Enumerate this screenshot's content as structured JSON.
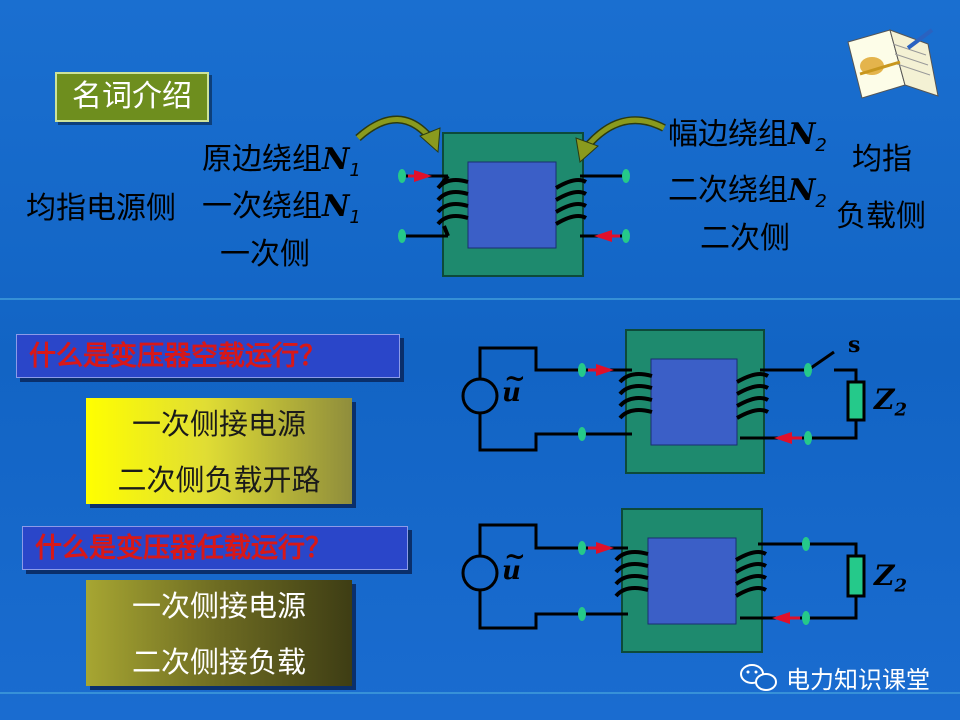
{
  "terms_label": "名词介绍",
  "primary": {
    "line1": "原边绕组",
    "line2": "一次绕组",
    "line3": "一次侧",
    "var": "N",
    "sub": "1",
    "group": "均指电源侧"
  },
  "secondary": {
    "line1": "幅边绕组",
    "line2": "二次绕组",
    "line3": "二次侧",
    "var": "N",
    "sub": "2",
    "group_line1": "均指",
    "group_line2": "负载侧"
  },
  "noload": {
    "question": "什么是变压器空载运行？",
    "answer1": "一次侧接电源",
    "answer2": "二次侧负载开路"
  },
  "load": {
    "question": "什么是变压器任载运行？",
    "answer1": "一次侧接电源",
    "answer2": "二次侧接负载"
  },
  "circuit": {
    "source": "u",
    "switch": "s",
    "load_var": "Z",
    "load_sub": "2"
  },
  "watermark": "电力知识课堂",
  "colors": {
    "background": "#1466c8",
    "core": "#1e8a6e",
    "window": "#3b5fc7",
    "arrow": "#e0102a",
    "terminal": "#25c98a",
    "curve_arrow": "#8a9a1e"
  },
  "icons": [
    "book-icon",
    "wechat-icon"
  ]
}
